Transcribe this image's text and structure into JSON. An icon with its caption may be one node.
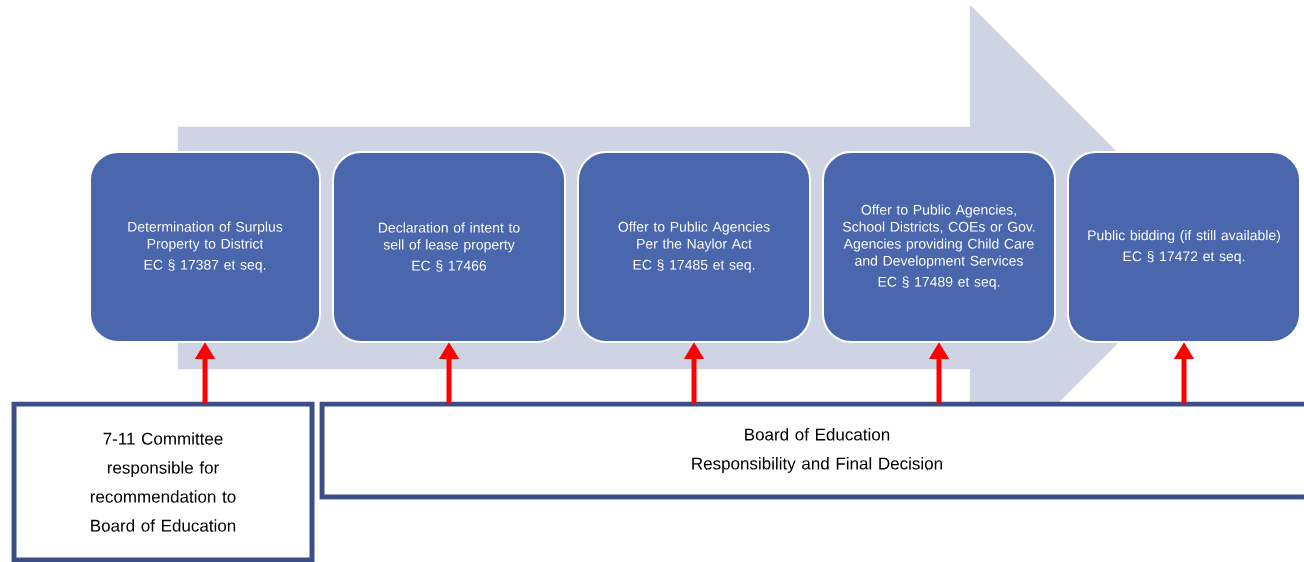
{
  "diagram": {
    "nodes": [
      {
        "text": [
          "Determination of Surplus Property to District",
          "EC § 17387 et seq."
        ]
      },
      {
        "text": [
          "Declaration of intent to sell of lease property",
          "EC § 17466"
        ]
      },
      {
        "text": [
          "Offer to Public Agencies Per the Naylor Act",
          "EC § 17485 et seq."
        ]
      },
      {
        "text": [
          "Offer to Public Agencies, School Districts, COEs or Gov. Agencies providing Child Care and Development Services",
          "EC § 17489 et seq."
        ]
      },
      {
        "text": [
          "Public bidding (if still available)",
          "EC § 17472 et seq."
        ]
      },
      {
        "text": [
          "7-11 Committee responsible for recommendation to Board of Education"
        ]
      },
      {
        "text": [
          "Board of Education",
          "Responsibility and Final Decision"
        ]
      }
    ],
    "edges": [
      {
        "from": 0,
        "to": 4,
        "arrow": "to",
        "style": "thick",
        "color": "#cfd4e5"
      },
      {
        "from": 5,
        "to": 0,
        "arrow": "to"
      },
      {
        "from": 6,
        "to": 1,
        "arrow": "to"
      },
      {
        "from": 6,
        "to": 2,
        "arrow": "to"
      },
      {
        "from": 6,
        "to": 3,
        "arrow": "to"
      },
      {
        "from": 6,
        "to": 4,
        "arrow": "to"
      }
    ]
  }
}
